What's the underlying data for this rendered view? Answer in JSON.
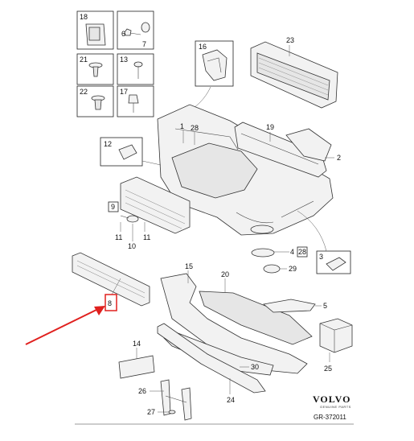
{
  "callouts": {
    "c18": "18",
    "c6": "6",
    "c7": "7",
    "c21": "21",
    "c13": "13",
    "c22": "22",
    "c17": "17",
    "c16": "16",
    "c23": "23",
    "c1": "1",
    "c28a": "28",
    "c19": "19",
    "c12": "12",
    "c2": "2",
    "c9": "9",
    "c11a": "11",
    "c11b": "11",
    "c10": "10",
    "c4": "4",
    "c28b": "28",
    "c29": "29",
    "c3": "3",
    "c8": "8",
    "c15": "15",
    "c20": "20",
    "c5": "5",
    "c14": "14",
    "c25": "25",
    "c30": "30",
    "c26": "26",
    "c24": "24",
    "c27": "27"
  },
  "brand": {
    "name": "VOLVO",
    "tag": "GENUINE PARTS"
  },
  "figure_code": "GR-372011",
  "colors": {
    "highlight": "#e0201e",
    "line": "#333333"
  },
  "icons": [
    "red-arrow-icon"
  ]
}
